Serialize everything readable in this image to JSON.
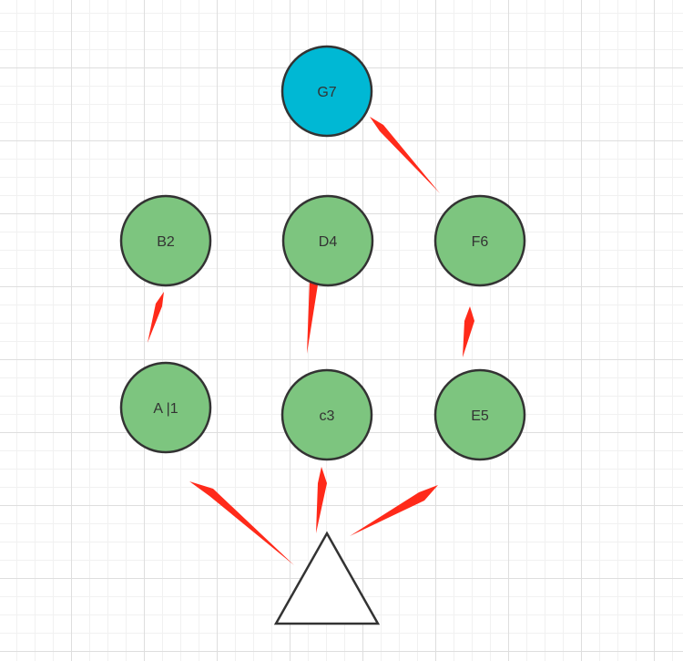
{
  "colors": {
    "node_fill": "#7dc57f",
    "root_fill": "#00b8d4",
    "node_stroke": "#333333",
    "arrow": "#ff2a1a",
    "grid": "#dedede"
  },
  "nodes": {
    "g7": "G7",
    "b2": "B2",
    "d4": "D4",
    "f6": "F6",
    "a1": "A |1",
    "c3": "c3",
    "e5": "E5"
  },
  "icons": {
    "source": "triangle-shape",
    "edge": "arrow"
  }
}
